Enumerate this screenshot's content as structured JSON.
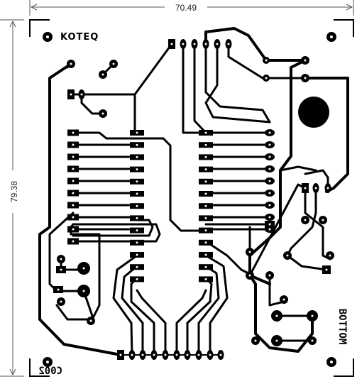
{
  "board": {
    "width_label": "70.49",
    "height_label": "79.38",
    "brand": "KOTEQ",
    "code_label": "C002",
    "side_label": "BOTTOM",
    "colors": {
      "copper": "#000000",
      "background": "#ffffff",
      "dimension": "#222222"
    }
  }
}
